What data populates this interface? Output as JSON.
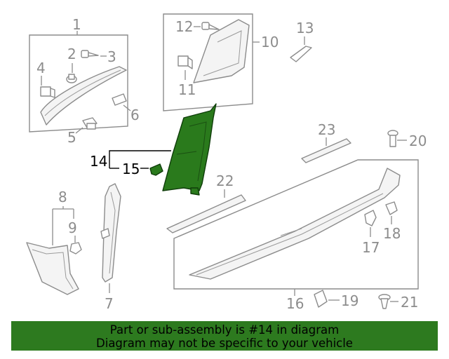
{
  "callouts": {
    "c1": "1",
    "c2": "2",
    "c3": "3",
    "c4": "4",
    "c5": "5",
    "c6": "6",
    "c7": "7",
    "c8": "8",
    "c9": "9",
    "c10": "10",
    "c11": "11",
    "c12": "12",
    "c13": "13",
    "c14": "14",
    "c15": "15",
    "c16": "16",
    "c17": "17",
    "c18": "18",
    "c19": "19",
    "c20": "20",
    "c21": "21",
    "c22": "22",
    "c23": "23"
  },
  "highlight": {
    "part_number": "14",
    "color": "#2d7a1f"
  },
  "banner": {
    "line1": "Part or sub-assembly is #14 in diagram",
    "line2": "Diagram may not be specific to your vehicle",
    "color": "#2d7a1f"
  }
}
